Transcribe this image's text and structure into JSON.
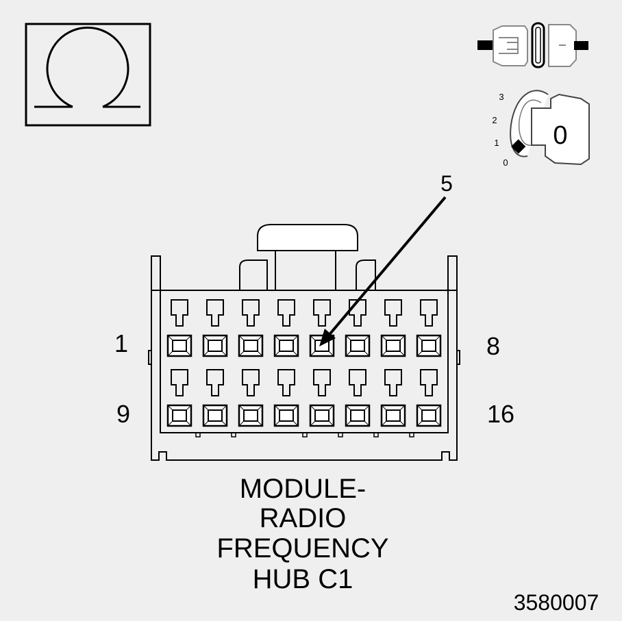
{
  "ohm_symbol": "Ω",
  "switch_icon": "disconnected-connector-icon",
  "key_icon": "ignition-key-icon",
  "ignition_positions": [
    "3",
    "2",
    "1",
    "0"
  ],
  "key_label": "0",
  "callout": "5",
  "pin_labels": {
    "top_left": "1",
    "top_right": "8",
    "bottom_left": "9",
    "bottom_right": "16"
  },
  "title_lines": [
    "MODULE-",
    "RADIO",
    "FREQUENCY",
    "HUB C1"
  ],
  "figure_id": "3580007",
  "colors": {
    "background": "#efefef",
    "line": "#000000"
  }
}
